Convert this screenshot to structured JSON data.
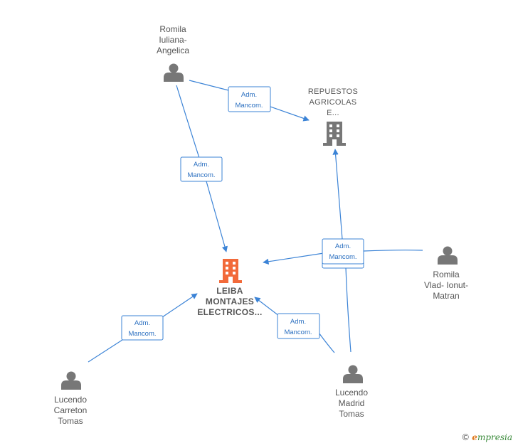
{
  "nodes": {
    "romila_iuliana": [
      "Romila",
      "Iuliana-",
      "Angelica"
    ],
    "repuestos": [
      "REPUESTOS",
      "AGRICOLAS",
      "E..."
    ],
    "leiba": [
      "LEIBA",
      "MONTAJES",
      "ELECTRICOS..."
    ],
    "romila_vlad": [
      "Romila",
      "Vlad- Ionut-",
      "Matran"
    ],
    "lucendo_carreton": [
      "Lucendo",
      "Carreton",
      "Tomas"
    ],
    "lucendo_madrid": [
      "Lucendo",
      "Madrid",
      "Tomas"
    ]
  },
  "edge_label": [
    "Adm.",
    "Mancom."
  ],
  "edges": [
    {
      "from": "romila_iuliana",
      "to": "repuestos",
      "label": "Adm. Mancom."
    },
    {
      "from": "romila_iuliana",
      "to": "leiba",
      "label": "Adm. Mancom."
    },
    {
      "from": "romila_vlad",
      "to": "leiba",
      "label": "Adm. Mancom."
    },
    {
      "from": "lucendo_madrid",
      "to": "repuestos",
      "label": "Adm. Mancom."
    },
    {
      "from": "lucendo_carreton",
      "to": "leiba",
      "label": "Adm. Mancom."
    },
    {
      "from": "lucendo_madrid",
      "to": "leiba",
      "label": "Adm. Mancom."
    }
  ],
  "colors": {
    "edge": "#3b83d6",
    "person": "#777777",
    "company": "#777777",
    "main_company": "#f26a3a"
  },
  "brand": {
    "copyright": "©",
    "initial": "e",
    "rest": "mpresia"
  }
}
